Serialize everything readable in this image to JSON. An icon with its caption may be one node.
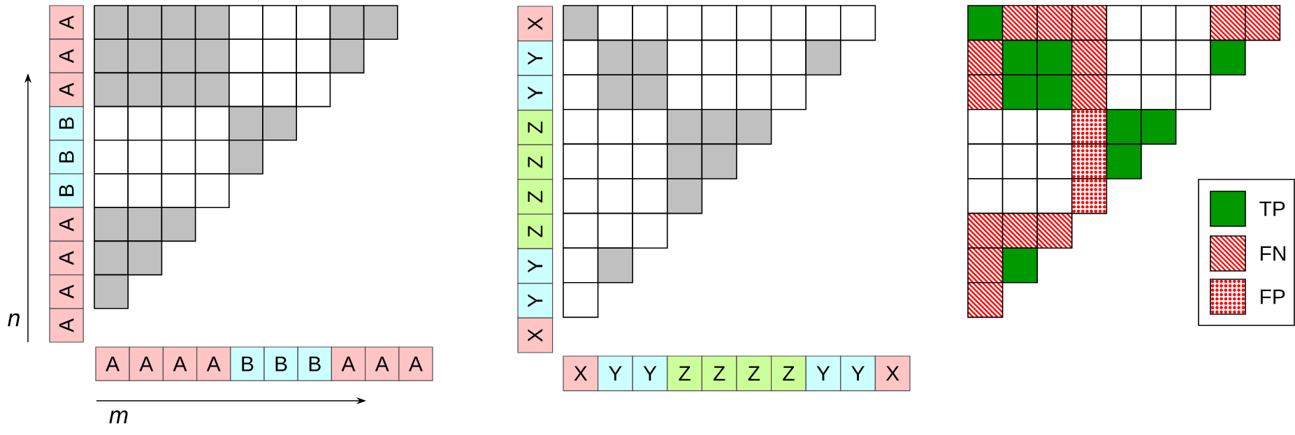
{
  "diagram": {
    "nodes": [
      {
        "text": [
          "A"
        ]
      },
      {
        "text": [
          "A"
        ]
      },
      {
        "text": [
          "A"
        ]
      },
      {
        "text": [
          "B"
        ]
      },
      {
        "text": [
          "B"
        ]
      },
      {
        "text": [
          "B"
        ]
      },
      {
        "text": [
          "A"
        ]
      },
      {
        "text": [
          "A"
        ]
      },
      {
        "text": [
          "A"
        ]
      },
      {
        "text": [
          "A"
        ]
      },
      {
        "text": [
          "A"
        ]
      },
      {
        "text": [
          "A"
        ]
      },
      {
        "text": [
          "A"
        ]
      },
      {
        "text": [
          "A"
        ]
      },
      {
        "text": [
          "B"
        ]
      },
      {
        "text": [
          "B"
        ]
      },
      {
        "text": [
          "B"
        ]
      },
      {
        "text": [
          "A"
        ]
      },
      {
        "text": [
          "A"
        ]
      },
      {
        "text": [
          "A"
        ]
      },
      {
        "text": [
          "X"
        ]
      },
      {
        "text": [
          "Y"
        ]
      },
      {
        "text": [
          "Y"
        ]
      },
      {
        "text": [
          "Z"
        ]
      },
      {
        "text": [
          "Z"
        ]
      },
      {
        "text": [
          "Z"
        ]
      },
      {
        "text": [
          "Z"
        ]
      },
      {
        "text": [
          "Y"
        ]
      },
      {
        "text": [
          "Y"
        ]
      },
      {
        "text": [
          "X"
        ]
      },
      {
        "text": [
          "X"
        ]
      },
      {
        "text": [
          "Y"
        ]
      },
      {
        "text": [
          "Y"
        ]
      },
      {
        "text": [
          "Z"
        ]
      },
      {
        "text": [
          "Z"
        ]
      },
      {
        "text": [
          "Z"
        ]
      },
      {
        "text": [
          "Z"
        ]
      },
      {
        "text": [
          "Y"
        ]
      },
      {
        "text": [
          "Y"
        ]
      },
      {
        "text": [
          "X"
        ]
      }
    ],
    "labels": [
      "n",
      "m"
    ],
    "legend": [
      {
        "text": "TP",
        "color": "#009900"
      },
      {
        "text": "FN",
        "color": "#ff0000"
      },
      {
        "text": "FP",
        "color": "#ff0000"
      }
    ]
  }
}
